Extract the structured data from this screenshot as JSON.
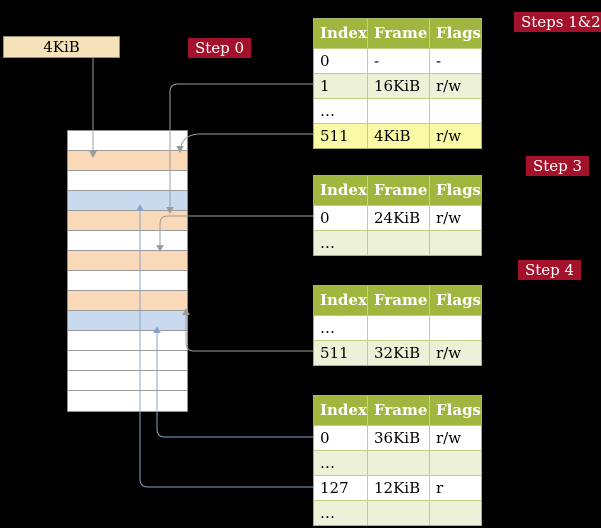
{
  "colors": {
    "background": "#000000",
    "pointer_box_fill": "#f7e3bb",
    "step_label_bg": "#a3112b",
    "table_header_bg": "#a0b63e",
    "table_row_green": "#ecf1d7",
    "highlight_yellow": "#fafaa6",
    "memory_peach": "#f9d9b8",
    "memory_blue": "#c9d9ee",
    "arrow_gray": "#9c9c9c",
    "arrow_blue": "#87a3cc"
  },
  "pointer_box": {
    "label": "4KiB"
  },
  "step_labels": {
    "step0": "Step 0",
    "steps12": "Steps 1&2",
    "step3": "Step 3",
    "step4": "Step 4"
  },
  "page_tables": [
    {
      "columns": [
        "Index",
        "Frame",
        "Flags"
      ],
      "rows": [
        [
          "0",
          "-",
          "-"
        ],
        [
          "1",
          "16KiB",
          "r/w"
        ],
        [
          "…",
          "",
          ""
        ],
        [
          "511",
          "4KiB",
          "r/w"
        ]
      ],
      "highlight_row": 3
    },
    {
      "columns": [
        "Index",
        "Frame",
        "Flags"
      ],
      "rows": [
        [
          "0",
          "24KiB",
          "r/w"
        ],
        [
          "…",
          "",
          ""
        ]
      ]
    },
    {
      "columns": [
        "Index",
        "Frame",
        "Flags"
      ],
      "rows": [
        [
          "…",
          "",
          ""
        ],
        [
          "511",
          "32KiB",
          "r/w"
        ]
      ]
    },
    {
      "columns": [
        "Index",
        "Frame",
        "Flags"
      ],
      "rows": [
        [
          "0",
          "36KiB",
          "r/w"
        ],
        [
          "…",
          "",
          ""
        ],
        [
          "127",
          "12KiB",
          "r"
        ],
        [
          "…",
          "",
          ""
        ]
      ]
    }
  ],
  "memory": {
    "row_colors": [
      "white",
      "peach",
      "white",
      "blue",
      "peach",
      "white",
      "peach",
      "white",
      "peach",
      "blue",
      "white",
      "white",
      "white",
      "white"
    ]
  },
  "connections": [
    {
      "from": "pointer-box-4KiB",
      "to": "memory-row-4KiB",
      "color": "gray"
    },
    {
      "from": "table1-entry-1",
      "to": "memory-row-16KiB",
      "color": "gray"
    },
    {
      "from": "table1-entry-511",
      "to": "memory-row-4KiB",
      "color": "gray"
    },
    {
      "from": "table2-entry-0",
      "to": "memory-row-24KiB",
      "color": "gray"
    },
    {
      "from": "table3-entry-511",
      "to": "memory-row-32KiB",
      "color": "gray"
    },
    {
      "from": "table4-entry-0",
      "to": "memory-row-36KiB",
      "color": "blue"
    },
    {
      "from": "table4-entry-127",
      "to": "memory-row-12KiB",
      "color": "blue"
    }
  ]
}
